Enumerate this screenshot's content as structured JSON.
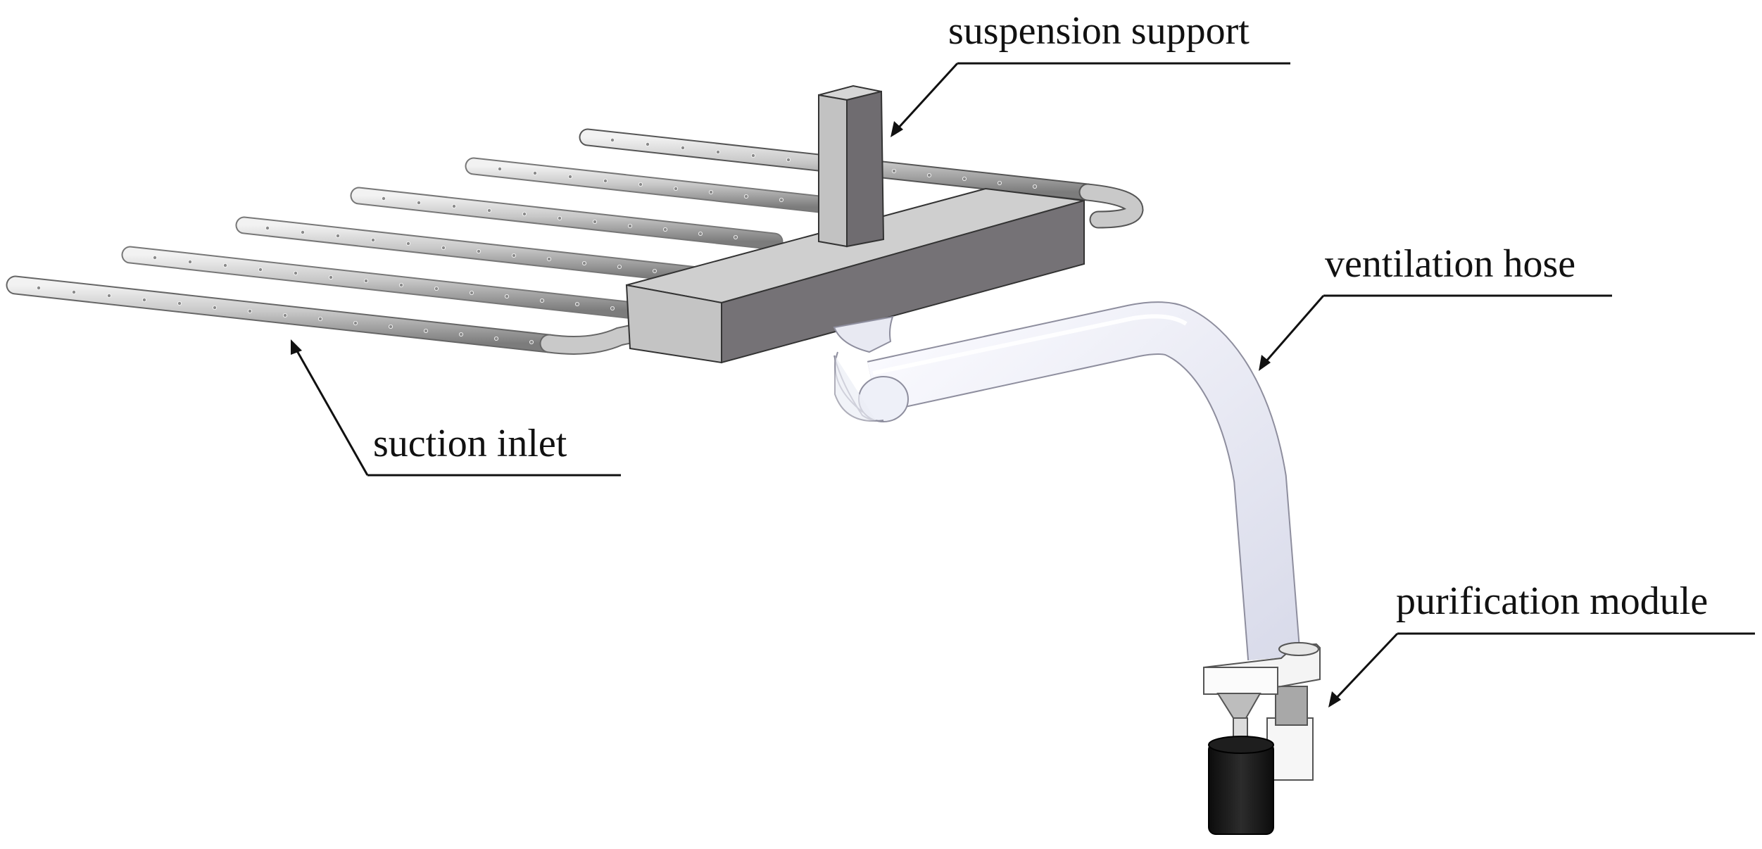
{
  "diagram": {
    "labels": {
      "suspension_support": "suspension support",
      "ventilation_hose": "ventilation hose",
      "suction_inlet": "suction inlet",
      "purification_module": "purification module"
    },
    "colors": {
      "background": "#ffffff",
      "metal_light": "#e6e6e6",
      "metal_mid": "#b4b4b4",
      "metal_dark": "#6f6c70",
      "hose": "#eef0f8",
      "hose_edge": "#8e8e9e",
      "module_body": "#f6f6f6",
      "filter_cartridge": "#151515",
      "line": "#111111"
    }
  }
}
